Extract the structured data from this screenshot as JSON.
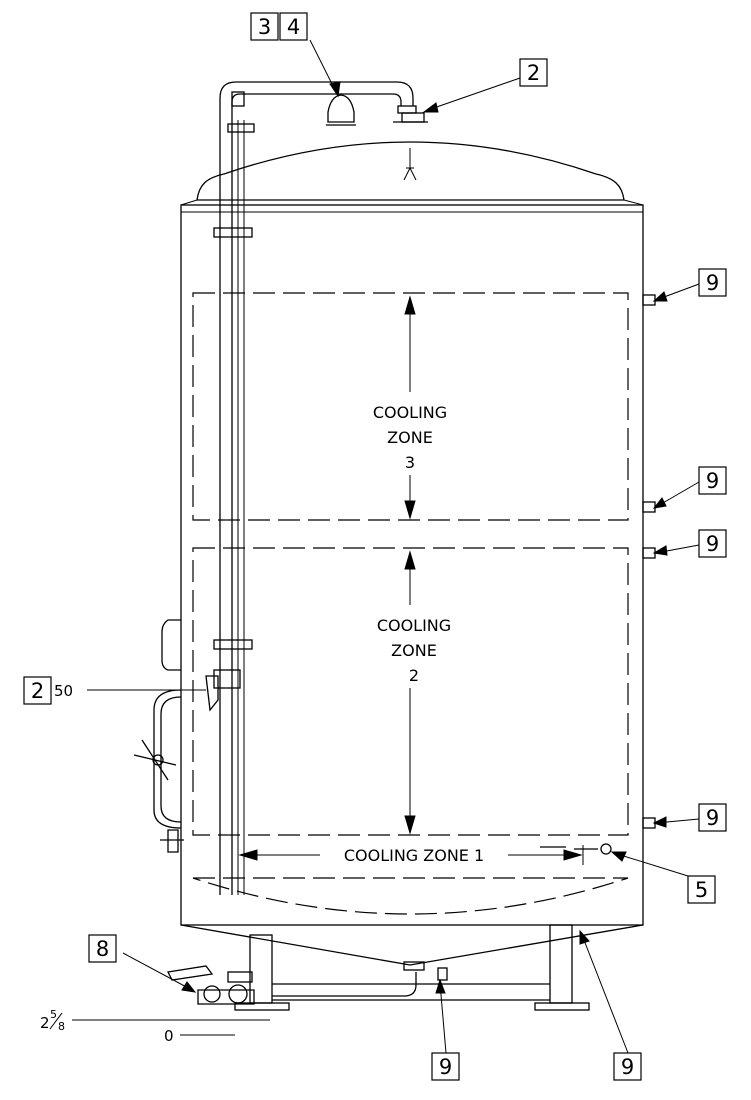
{
  "callouts": {
    "c3": "3",
    "c4": "4",
    "c2_top": "2",
    "c9_a": "9",
    "c9_b": "9",
    "c9_c": "9",
    "c9_d": "9",
    "c2_side": "2",
    "c5": "5",
    "c8": "8",
    "c9_bottom_left": "9",
    "c9_bottom_right": "9"
  },
  "zones": {
    "zone3_l1": "COOLING",
    "zone3_l2": "ZONE",
    "zone3_l3": "3",
    "zone2_l1": "COOLING",
    "zone2_l2": "ZONE",
    "zone2_l3": "2",
    "zone1": "COOLING ZONE 1"
  },
  "dimensions": {
    "d50": "50",
    "d258_whole": "2",
    "d258_num": "5",
    "d258_den": "8",
    "d0": "0"
  }
}
